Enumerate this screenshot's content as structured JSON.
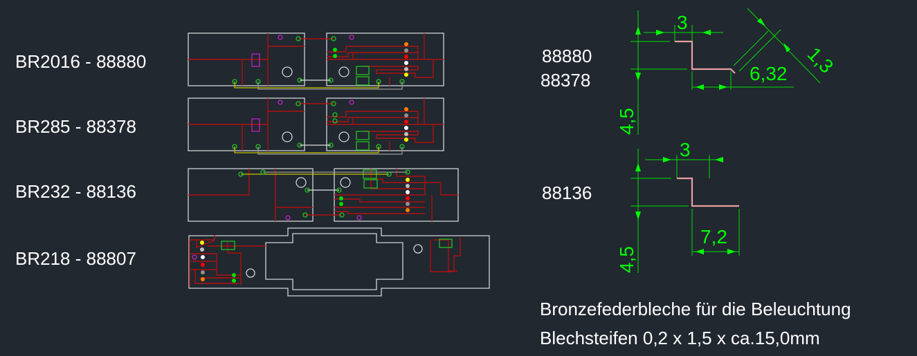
{
  "boards": [
    {
      "label": "BR2016 - 88880"
    },
    {
      "label": "BR285 - 88378"
    },
    {
      "label": "BR232 - 88136"
    },
    {
      "label": "BR218 - 88807"
    }
  ],
  "profiles": {
    "upper": {
      "part_numbers": [
        "88880",
        "88378"
      ],
      "dims": {
        "top": "3",
        "thickness": "1,3",
        "bottom": "6,32",
        "height": "4,5"
      }
    },
    "lower": {
      "part_numbers": [
        "88136"
      ],
      "dims": {
        "top": "3",
        "bottom": "7,2",
        "height": "4,5"
      }
    }
  },
  "notes": [
    "Bronzefederbleche für die Beleuchtung",
    "Blechsteifen 0,2 x 1,5 x ca.15,0mm"
  ],
  "colors": {
    "background": "#212830",
    "outline": "#d0d4d8",
    "trace": "#b01010",
    "dimension": "#00ff00",
    "pad": "#22c422",
    "via": "#c020c0"
  }
}
